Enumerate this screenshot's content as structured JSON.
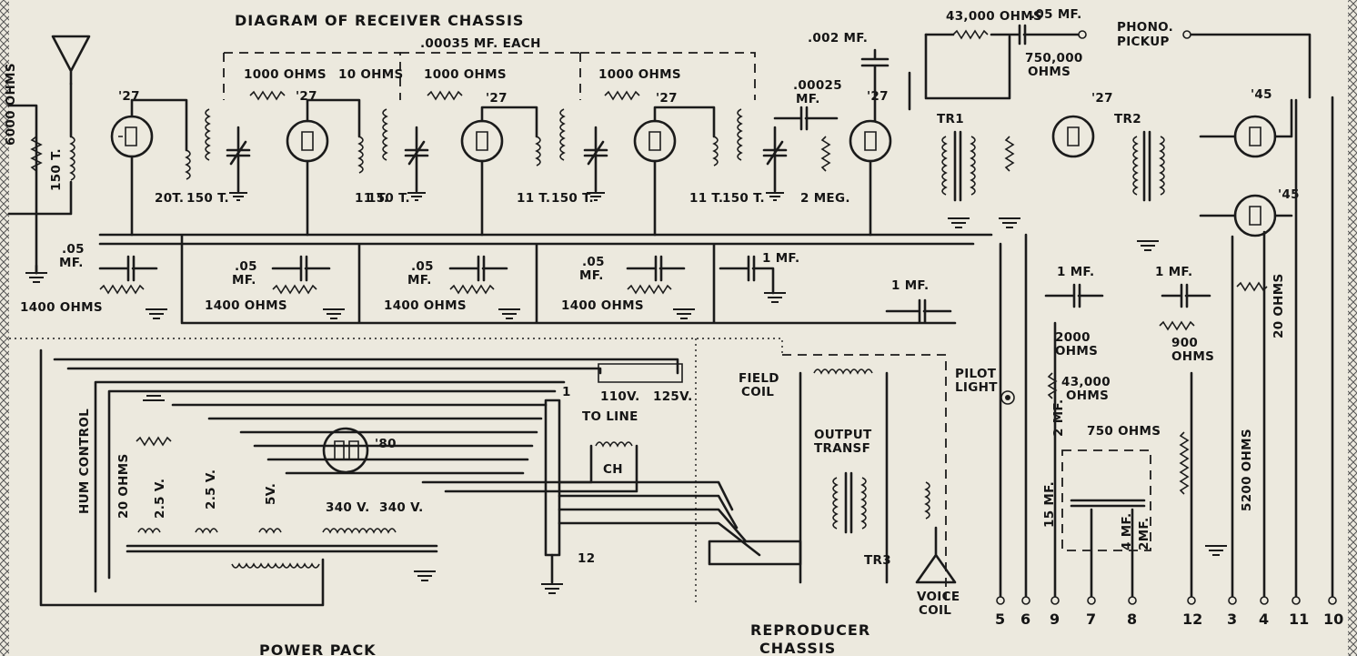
{
  "title": "DIAGRAM OF RECEIVER CHASSIS",
  "section_labels": {
    "power_pack": "POWER PACK",
    "reproducer_chassis_1": "REPRODUCER",
    "reproducer_chassis_2": "CHASSIS"
  },
  "tubes": {
    "t27": "'27",
    "t45": "'45",
    "t80": "'80"
  },
  "labels": {
    "r6000": "6000 OHMS",
    "t150": "150 T.",
    "t20": "20T.",
    "t11": "11 T.",
    "mf05": ".05",
    "mf": "MF.",
    "r1400": "1400 OHMS",
    "r1000": "1000 OHMS",
    "r10": "10 OHMS",
    "cap00035": ".00035 MF. EACH",
    "cap002": ".002 MF.",
    "cap00025": ".00025",
    "r43000": "43,000 OHMS",
    "cap05mf": ".05 MF.",
    "phono1": "PHONO.",
    "phono2": "PICKUP",
    "r750k1": "750,000",
    "r750k2": "OHMS",
    "tr1": "TR1",
    "tr2": "TR2",
    "meg2": "2 MEG.",
    "mf1": "1 MF.",
    "r2000a": "2000",
    "r2000b": "OHMS",
    "r900a": "900",
    "r900b": "OHMS",
    "r20": "20 OHMS",
    "pilot1": "PILOT",
    "pilot2": "LIGHT",
    "r43k1": "43,000",
    "r43k2": "OHMS",
    "r750": "750 OHMS",
    "r5200": "5200 OHMS",
    "mf2": "2 MF.",
    "mf15": "15 MF.",
    "mf4": "4 MF.",
    "mf2b": "2MF.",
    "field1": "FIELD",
    "field2": "COIL",
    "out1": "OUTPUT",
    "out2": "TRANSF",
    "tr3": "TR3",
    "voice1": "VOICE",
    "voice2": "COIL",
    "hum": "HUM CONTROL",
    "r20b": "20 OHMS",
    "v25": "2.5 V.",
    "v5": "5V.",
    "v340": "340 V.",
    "ch": "CH",
    "v110": "110V.",
    "v125": "125V.",
    "toline": "TO LINE",
    "n1": "1",
    "n12": "12"
  },
  "terminals": [
    "5",
    "6",
    "9",
    "7",
    "8",
    "12",
    "3",
    "4",
    "11",
    "10"
  ]
}
